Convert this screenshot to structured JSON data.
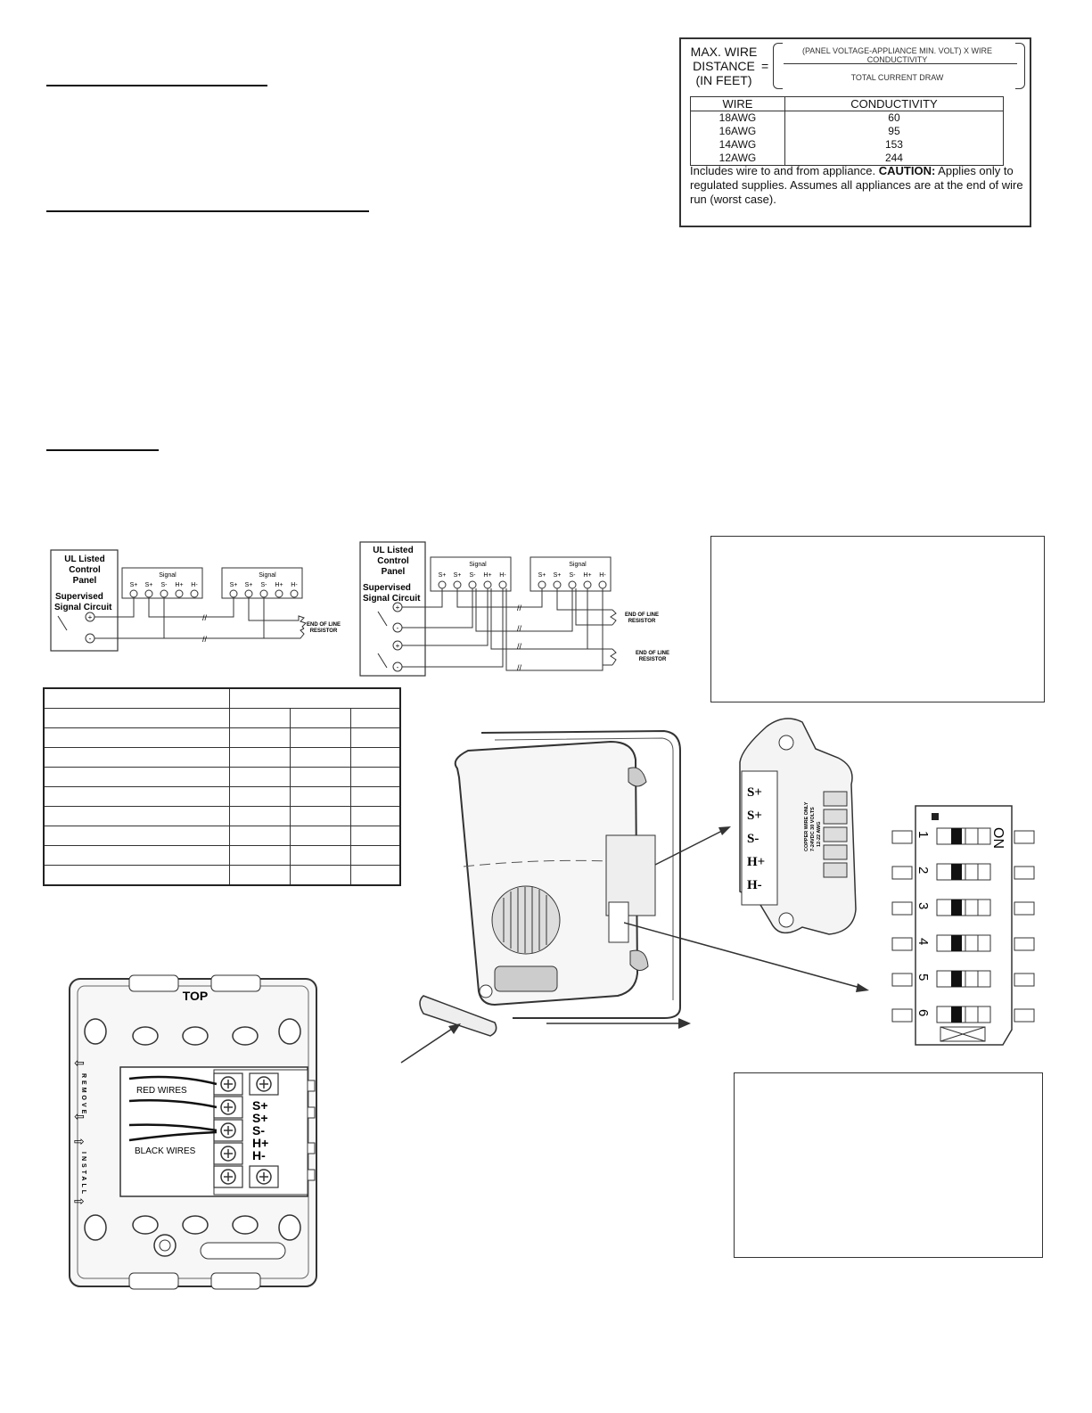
{
  "formula_box": {
    "lhs_line1": "MAX. WIRE",
    "lhs_line2": "DISTANCE",
    "lhs_line3": "(IN FEET)",
    "equals": "=",
    "numerator": "(PANEL VOLTAGE-APPLIANCE MIN. VOLT) X WIRE CONDUCTIVITY",
    "denominator": "TOTAL CURRENT DRAW",
    "table_headers": [
      "WIRE",
      "CONDUCTIVITY"
    ],
    "rows": [
      {
        "wire": "18AWG",
        "conductivity": "60"
      },
      {
        "wire": "16AWG",
        "conductivity": "95"
      },
      {
        "wire": "14AWG",
        "conductivity": "153"
      },
      {
        "wire": "12AWG",
        "conductivity": "244"
      }
    ],
    "note_part1": "Includes wire to and from appliance.  ",
    "note_caution": "CAUTION:",
    "note_part2": " Applies only to regulated supplies.  Assumes all appliances are at the end of wire run (worst case)."
  },
  "diagram_left": {
    "panel_line1": "UL Listed",
    "panel_line2": "Control",
    "panel_line3": "Panel",
    "circuit_line1": "Supervised",
    "circuit_line2": "Signal Circuit",
    "block_title": "Signal",
    "terminals": [
      "S+",
      "S+",
      "S-",
      "H+",
      "H-"
    ],
    "eol_line1": "END OF LINE",
    "eol_line2": "RESISTOR"
  },
  "diagram_right": {
    "panel_line1": "UL Listed",
    "panel_line2": "Control",
    "panel_line3": "Panel",
    "circuit_line1": "Supervised",
    "circuit_line2": "Signal Circuit",
    "block_title": "Signal",
    "terminals": [
      "S+",
      "S+",
      "S-",
      "H+",
      "H-"
    ],
    "eol_line1": "END OF LINE",
    "eol_line2": "RESISTOR"
  },
  "terminal_closeup": {
    "labels": [
      "S+",
      "S+",
      "S-",
      "H+",
      "H-"
    ],
    "side_text_line1": "COPPER WIRE ONLY",
    "side_text_line2": "7-24VDC  30 VOLTS",
    "side_text_line3": "12-22 AWG"
  },
  "dip_switch": {
    "on_label": "ON",
    "positions": [
      "1",
      "2",
      "3",
      "4",
      "5",
      "6"
    ]
  },
  "backplate": {
    "top_label": "TOP",
    "remove_label": "REMOVE",
    "install_label": "INSTALL",
    "red_wires": "RED WIRES",
    "black_wires": "BLACK WIRES",
    "terminal_labels": [
      "S+",
      "S+",
      "S-",
      "H+",
      "H-"
    ]
  }
}
